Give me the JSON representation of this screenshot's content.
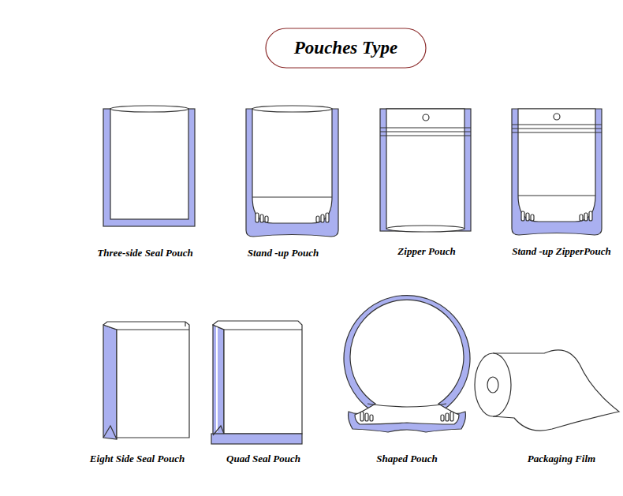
{
  "diagram": {
    "nodes": [
      {
        "text": [
          "Pouches Type"
        ]
      }
    ],
    "labels": [
      "Three-side Seal Pouch",
      "Stand -up Pouch",
      "Zipper Pouch",
      "Stand -up ZipperPouch",
      "Eight Side Seal Pouch",
      "Quad Seal Pouch",
      "Shaped Pouch",
      "Packaging Film"
    ]
  }
}
